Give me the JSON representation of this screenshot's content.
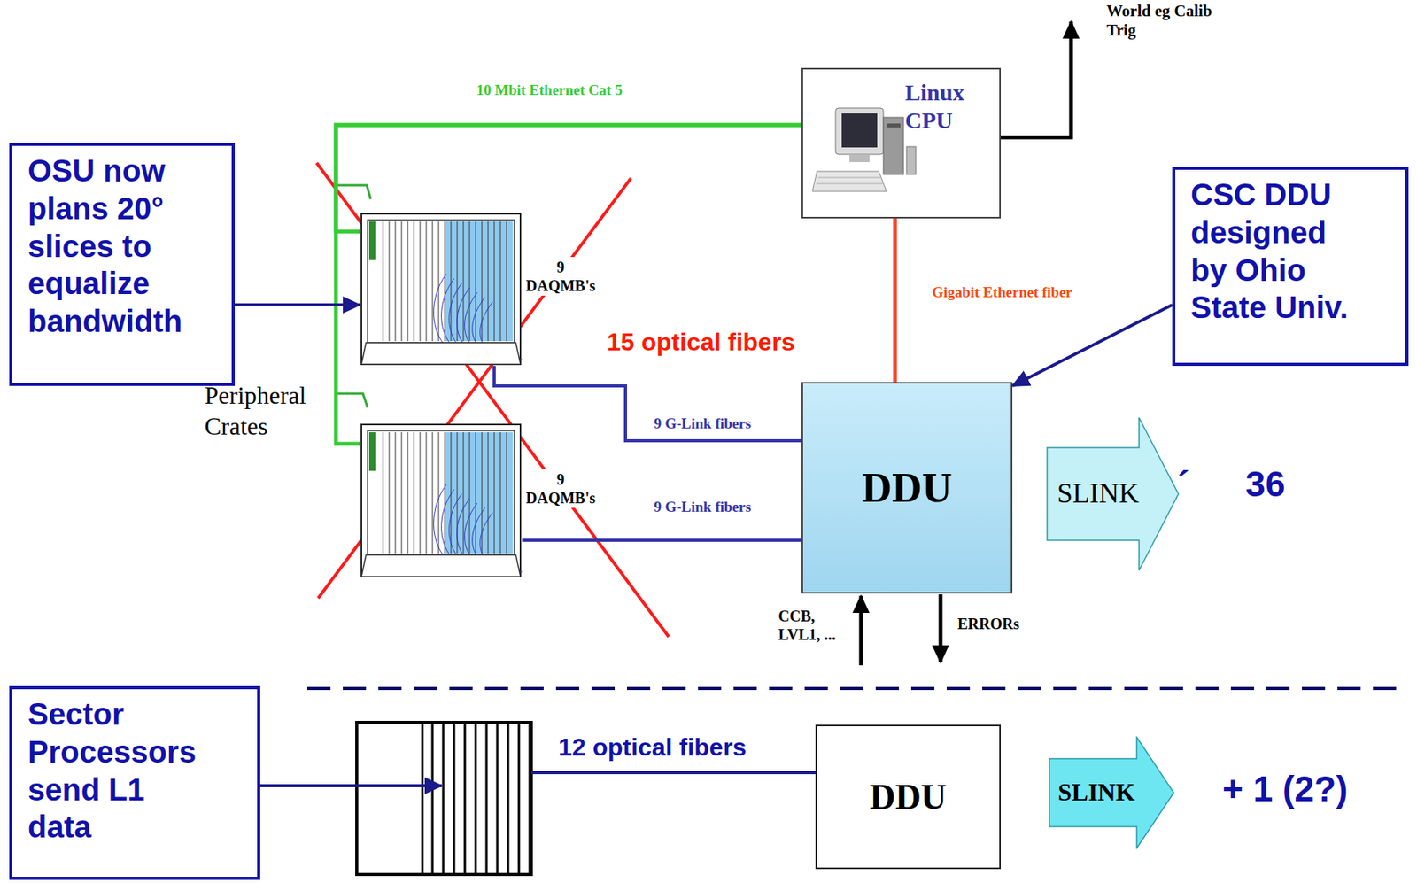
{
  "diagram": {
    "nodes": [
      {
        "text": [
          "Linux CPU"
        ]
      },
      {
        "text": [
          "9 DAQMB's"
        ]
      },
      {
        "text": [
          "9 DAQMB's"
        ]
      },
      {
        "text": [
          "DDU"
        ]
      },
      {
        "text": [
          "SLINK"
        ]
      },
      {
        "text": [
          "OSU now plans 20° slices to equalize bandwidth"
        ]
      },
      {
        "text": [
          "CSC DDU designed by Ohio State Univ."
        ]
      },
      {
        "text": [
          "Sector Processors send L1 data"
        ]
      },
      {
        "text": [
          "DDU"
        ]
      },
      {
        "text": [
          "SLINK"
        ]
      }
    ],
    "edges": [
      {
        "from": 0,
        "to": 1,
        "arrow": "none",
        "label": "10 Mbit Ethernet Cat 5"
      },
      {
        "from": 0,
        "to": 2,
        "arrow": "none"
      },
      {
        "from": 1,
        "to": 3,
        "arrow": "none",
        "label": "9 G-Link fibers"
      },
      {
        "from": 2,
        "to": 3,
        "arrow": "none",
        "label": "9 G-Link fibers"
      },
      {
        "from": 0,
        "to": 3,
        "arrow": "none",
        "label": "Gigabit Ethernet fiber"
      },
      {
        "from": 5,
        "to": 1,
        "arrow": "to"
      },
      {
        "from": 6,
        "to": 3,
        "arrow": "to"
      }
    ],
    "labels": [
      "World eg Calib Trig",
      "Peripheral Crates",
      "15 optical fibers",
      "´ 36",
      "CCB, LVL1, ...",
      "ERRORs",
      "12 optical fibers",
      "+ 1 (2?)"
    ]
  }
}
